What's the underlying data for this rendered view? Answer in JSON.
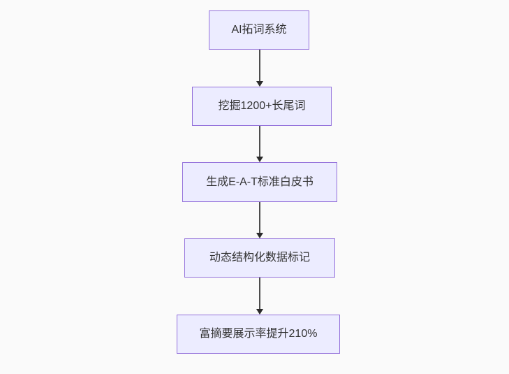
{
  "diagram": {
    "type": "flowchart",
    "direction": "top-down",
    "nodes": [
      {
        "id": "A",
        "label": "AI拓词系统"
      },
      {
        "id": "B",
        "label": "挖掘1200+长尾词"
      },
      {
        "id": "C",
        "label": "生成E-A-T标准白皮书"
      },
      {
        "id": "D",
        "label": "动态结构化数据标记"
      },
      {
        "id": "E",
        "label": "富摘要展示率提升210%"
      }
    ],
    "edges": [
      {
        "from": "A",
        "to": "B"
      },
      {
        "from": "B",
        "to": "C"
      },
      {
        "from": "C",
        "to": "D"
      },
      {
        "from": "D",
        "to": "E"
      }
    ],
    "colors": {
      "background": "#fafafa",
      "node_fill": "#ECECFF",
      "node_border": "#9370DB",
      "text": "#333333",
      "edge": "#4d4d4d",
      "arrowhead": "#2b2b2b"
    }
  }
}
